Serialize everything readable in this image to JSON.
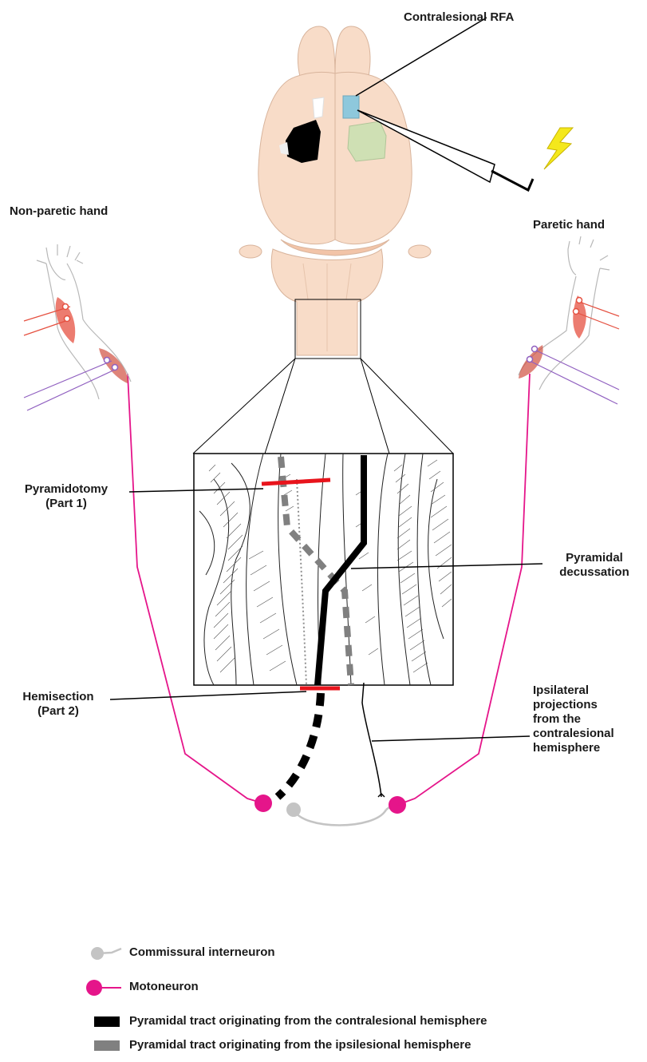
{
  "labels": {
    "contralesional_rfa": "Contralesional RFA",
    "non_paretic_hand": "Non-paretic hand",
    "paretic_hand": "Paretic hand",
    "pyramidotomy": [
      "Pyramidotomy",
      "(Part 1)"
    ],
    "pyramidal_decussation": [
      "Pyramidal",
      "decussation"
    ],
    "hemisection": [
      "Hemisection",
      "(Part 2)"
    ],
    "ipsilateral_projections": [
      "Ipsilateral",
      "projections",
      "from the",
      "contralesional",
      "hemisphere"
    ]
  },
  "legend": [
    {
      "symbol": "commissural-interneuron-symbol",
      "label": "Commissural interneuron"
    },
    {
      "symbol": "motoneuron-symbol",
      "label": "Motoneuron"
    },
    {
      "symbol": "contralesional-tract-symbol",
      "label": "Pyramidal tract originating from the contralesional hemisphere"
    },
    {
      "symbol": "ipsilesional-tract-symbol",
      "label": "Pyramidal tract originating from the ipsilesional hemisphere"
    }
  ],
  "colors": {
    "brain": "#f8dcc8",
    "brain_outline": "#d8b49c",
    "rfa": "#8ec8dc",
    "green_area": "#cfe0b4",
    "lesion": "#000000",
    "motoneuron": "#e5158a",
    "interneuron": "#c4c4c4",
    "contralesional_tract": "#000000",
    "ipsilesional_tract": "#808080",
    "cut": "#e8141c",
    "muscle_red": "#e55040",
    "muscle_purple": "#9060c0",
    "lightning": "#f4e81c"
  }
}
